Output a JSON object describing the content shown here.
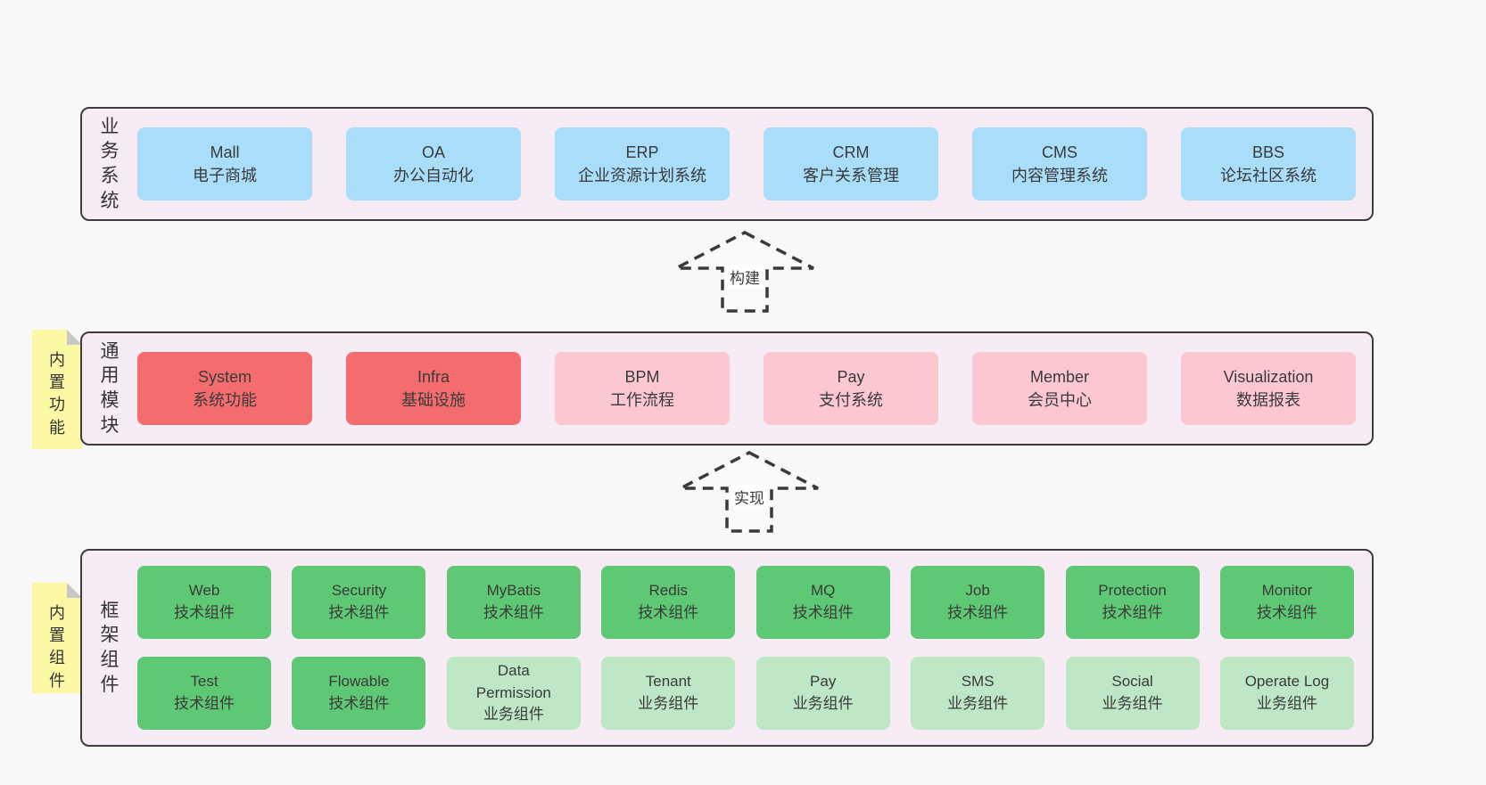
{
  "colors": {
    "page_bg": "#f8f8f8",
    "layer_bg": "#f7ecf6",
    "layer_border": "#3d3d3d",
    "text": "#3a3a3a",
    "blue": "#aaddf9",
    "red": "#f56c6e",
    "pink": "#fbc7d1",
    "green": "#5ec874",
    "light_green": "#bee7c6",
    "note_yellow": "#fbf9a3",
    "note_fold": "#c8c8c8",
    "arrow_line": "#3a3a3a"
  },
  "layers": {
    "business": {
      "label": "业务系统",
      "boxes": [
        {
          "title": "Mall",
          "subtitle": "电子商城",
          "variant": "blue"
        },
        {
          "title": "OA",
          "subtitle": "办公自动化",
          "variant": "blue"
        },
        {
          "title": "ERP",
          "subtitle": "企业资源计划系统",
          "variant": "blue"
        },
        {
          "title": "CRM",
          "subtitle": "客户关系管理",
          "variant": "blue"
        },
        {
          "title": "CMS",
          "subtitle": "内容管理系统",
          "variant": "blue"
        },
        {
          "title": "BBS",
          "subtitle": "论坛社区系统",
          "variant": "blue"
        }
      ]
    },
    "modules": {
      "label": "通用模块",
      "note": "内置功能",
      "boxes": [
        {
          "title": "System",
          "subtitle": "系统功能",
          "variant": "red"
        },
        {
          "title": "Infra",
          "subtitle": "基础设施",
          "variant": "red"
        },
        {
          "title": "BPM",
          "subtitle": "工作流程",
          "variant": "pink"
        },
        {
          "title": "Pay",
          "subtitle": "支付系统",
          "variant": "pink"
        },
        {
          "title": "Member",
          "subtitle": "会员中心",
          "variant": "pink"
        },
        {
          "title": "Visualization",
          "subtitle": "数据报表",
          "variant": "pink"
        }
      ]
    },
    "components": {
      "label": "框架组件",
      "note": "内置组件",
      "rows": [
        [
          {
            "title": "Web",
            "subtitle": "技术组件",
            "variant": "green"
          },
          {
            "title": "Security",
            "subtitle": "技术组件",
            "variant": "green"
          },
          {
            "title": "MyBatis",
            "subtitle": "技术组件",
            "variant": "green"
          },
          {
            "title": "Redis",
            "subtitle": "技术组件",
            "variant": "green"
          },
          {
            "title": "MQ",
            "subtitle": "技术组件",
            "variant": "green"
          },
          {
            "title": "Job",
            "subtitle": "技术组件",
            "variant": "green"
          },
          {
            "title": "Protection",
            "subtitle": "技术组件",
            "variant": "green"
          },
          {
            "title": "Monitor",
            "subtitle": "技术组件",
            "variant": "green"
          }
        ],
        [
          {
            "title": "Test",
            "subtitle": "技术组件",
            "variant": "green"
          },
          {
            "title": "Flowable",
            "subtitle": "技术组件",
            "variant": "green"
          },
          {
            "title": "Data Permission",
            "subtitle": "业务组件",
            "variant": "light_green"
          },
          {
            "title": "Tenant",
            "subtitle": "业务组件",
            "variant": "light_green"
          },
          {
            "title": "Pay",
            "subtitle": "业务组件",
            "variant": "light_green"
          },
          {
            "title": "SMS",
            "subtitle": "业务组件",
            "variant": "light_green"
          },
          {
            "title": "Social",
            "subtitle": "业务组件",
            "variant": "light_green"
          },
          {
            "title": "Operate Log",
            "subtitle": "业务组件",
            "variant": "light_green"
          }
        ]
      ]
    }
  },
  "arrows": [
    {
      "label": "构建"
    },
    {
      "label": "实现"
    }
  ]
}
